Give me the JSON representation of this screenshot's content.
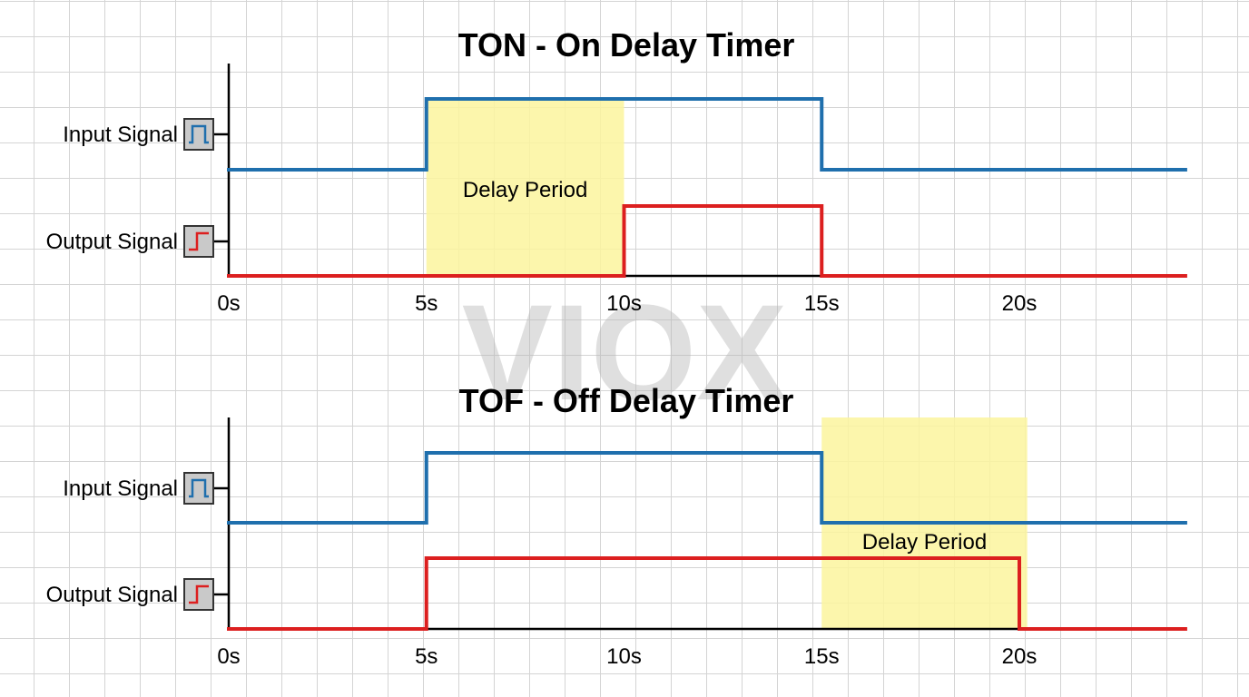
{
  "watermark": "VIOX",
  "colors": {
    "input": "#1f6fad",
    "output": "#dc1f1f",
    "delay_fill": "#fcf59d",
    "axis": "#000000"
  },
  "chart_data": [
    {
      "type": "line",
      "step": true,
      "title": "TON - On Delay Timer",
      "x_unit": "s",
      "xlim": [
        0,
        24.2
      ],
      "x_ticks": [
        0,
        5,
        10,
        15,
        20
      ],
      "tick_labels": [
        "0s",
        "5s",
        "10s",
        "15s",
        "20s"
      ],
      "rows": [
        {
          "label": "Input Signal",
          "icon": "pulse-icon",
          "series": "input"
        },
        {
          "label": "Output Signal",
          "icon": "step-icon",
          "series": "output"
        }
      ],
      "series": [
        {
          "key": "input",
          "icon": "pulse-icon",
          "x": [
            0,
            5,
            15,
            24.2
          ],
          "values": [
            0,
            1,
            0,
            0
          ]
        },
        {
          "key": "output",
          "icon": "step-icon",
          "x": [
            0,
            10,
            15,
            24.2
          ],
          "values": [
            0,
            1,
            0,
            0
          ]
        }
      ],
      "annotation": {
        "label": "Delay Period",
        "x_start": 5,
        "x_end": 10
      }
    },
    {
      "type": "line",
      "step": true,
      "title": "TOF - Off Delay Timer",
      "x_unit": "s",
      "xlim": [
        0,
        24.2
      ],
      "x_ticks": [
        0,
        5,
        10,
        15,
        20
      ],
      "tick_labels": [
        "0s",
        "5s",
        "10s",
        "15s",
        "20s"
      ],
      "rows": [
        {
          "label": "Input Signal",
          "icon": "pulse-icon",
          "series": "input"
        },
        {
          "label": "Output Signal",
          "icon": "step-icon",
          "series": "output"
        }
      ],
      "series": [
        {
          "key": "input",
          "icon": "pulse-icon",
          "x": [
            0,
            5,
            15,
            24.2
          ],
          "values": [
            0,
            1,
            0,
            0
          ]
        },
        {
          "key": "output",
          "icon": "step-icon",
          "x": [
            0,
            5,
            20,
            24.2
          ],
          "values": [
            0,
            1,
            0,
            0
          ]
        }
      ],
      "annotation": {
        "label": "Delay Period",
        "x_start": 15,
        "x_end": 20.2
      }
    }
  ]
}
